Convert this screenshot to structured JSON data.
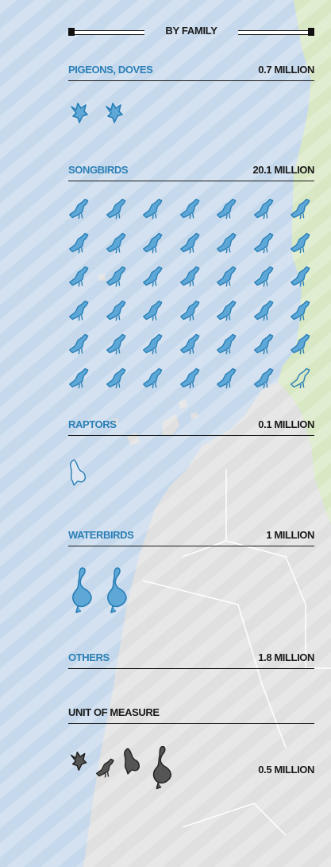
{
  "header": {
    "title": "BY FAMILY"
  },
  "families": [
    {
      "name": "PIGEONS, DOVES",
      "value": "0.7 MILLION",
      "icon": "dove-icon"
    },
    {
      "name": "SONGBIRDS",
      "value": "20.1 MILLION",
      "icon": "songbird-icon"
    },
    {
      "name": "RAPTORS",
      "value": "0.1 MILLION",
      "icon": "raptor-icon"
    },
    {
      "name": "WATERBIRDS",
      "value": "1 MILLION",
      "icon": "waterbird-icon"
    },
    {
      "name": "OTHERS",
      "value": "1.8 MILLION"
    }
  ],
  "unit": {
    "title": "UNIT OF MEASURE",
    "value": "0.5 MILLION"
  },
  "colors": {
    "sea": "#c6d9ec",
    "land": "#e0e0e0",
    "green_land": "#d8e8c4",
    "accent": "#2a7fb6",
    "ink": "#1a1a1a",
    "unit_icon": "#555555"
  }
}
